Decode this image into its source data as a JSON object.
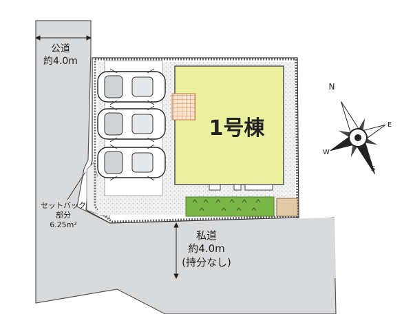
{
  "public_road": {
    "name": "公道",
    "width": "約4.0m"
  },
  "setback": {
    "line1": "セットバック",
    "line2": "部分",
    "line3": "6.25m²"
  },
  "building": {
    "label": "1号棟"
  },
  "private_road": {
    "name": "私道",
    "width": "約4.0m",
    "note": "(持分なし)"
  },
  "compass": {
    "north": "N",
    "east": "E",
    "south": "S",
    "west": "W"
  },
  "colors": {
    "road": "#d7d8da",
    "building": "#eaf0a0",
    "planting": "#7ab648",
    "wood_deck": "#e2c9a6",
    "tile": "#d48a4e",
    "lot": "#ffffff"
  },
  "parking": {
    "car_count": 3
  }
}
